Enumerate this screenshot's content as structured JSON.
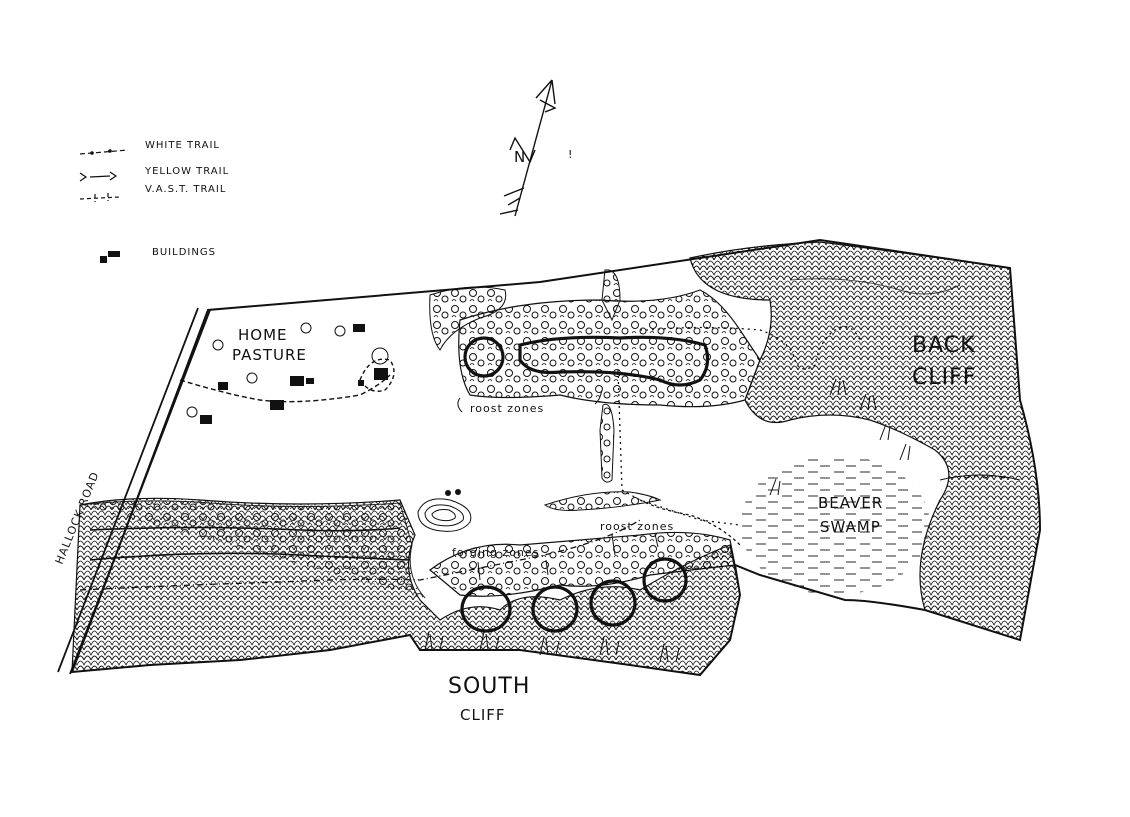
{
  "legend": {
    "items": [
      {
        "symbol": "white-trail",
        "label": "WHITE TRAIL"
      },
      {
        "symbol": "yellow-trail",
        "label": "YELLOW TRAIL"
      },
      {
        "symbol": "vast-trail",
        "label": "V.A.S.T. TRAIL"
      }
    ],
    "buildings_label": "BUILDINGS"
  },
  "compass": {
    "letter": "N",
    "mark": "!"
  },
  "labels": {
    "home_pasture_1": "HOME",
    "home_pasture_2": "PASTURE",
    "back_cliff_1": "BACK",
    "back_cliff_2": "CLIFF",
    "beaver_1": "BEAVER",
    "beaver_2": "SWAMP",
    "south_cliff_1": "SOUTH",
    "south_cliff_2": "CLIFF",
    "road": "HALLOCK ROAD"
  },
  "annotations": {
    "roost_zones_north": "roost zones",
    "roost_zones_south": "roost zones",
    "forging_zones": "forging zones"
  },
  "colors": {
    "ink": "#111111",
    "paper": "#ffffff"
  }
}
